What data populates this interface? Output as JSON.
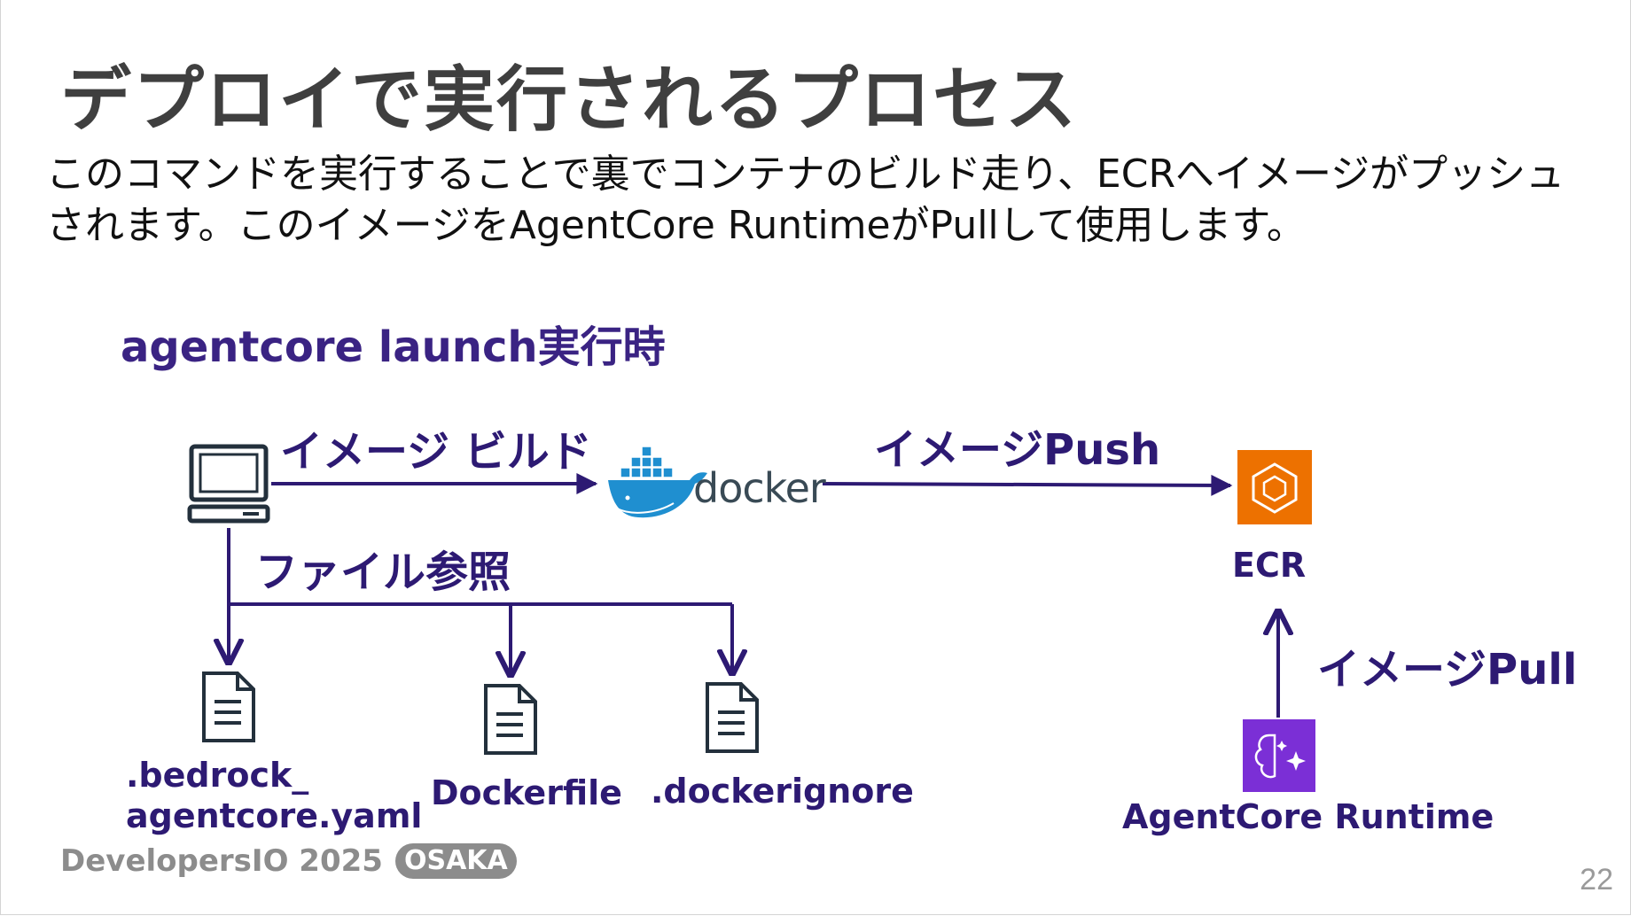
{
  "slide": {
    "title": "デプロイで実行されるプロセス",
    "body": "このコマンドを実行することで裏でコンテナのビルド走り、ECRへイメージがプッシュされます。このイメージをAgentCore RuntimeがPullして使用します。",
    "section": "agentcore launch実行時",
    "page_number": "22"
  },
  "diagram": {
    "build_label": "イメージ ビルド",
    "push_label": "イメージPush",
    "pull_label": "イメージPull",
    "file_ref_label": "ファイル参照",
    "docker_label": "docker",
    "ecr_label": "ECR",
    "runtime_label": "AgentCore Runtime",
    "files": [
      {
        "line1": ".bedrock_",
        "line2": "agentcore.yaml"
      },
      {
        "line1": "Dockerfile",
        "line2": ""
      },
      {
        "line1": ".dockerignore",
        "line2": ""
      }
    ],
    "colors": {
      "arrow": "#2d1a73",
      "ecr_orange": "#ed7100",
      "runtime_purple": "#7b2fd6",
      "docker_blue": "#1f8fd0"
    }
  },
  "footer": {
    "brand": "DevelopersIO 2025",
    "badge": "OSAKA"
  }
}
